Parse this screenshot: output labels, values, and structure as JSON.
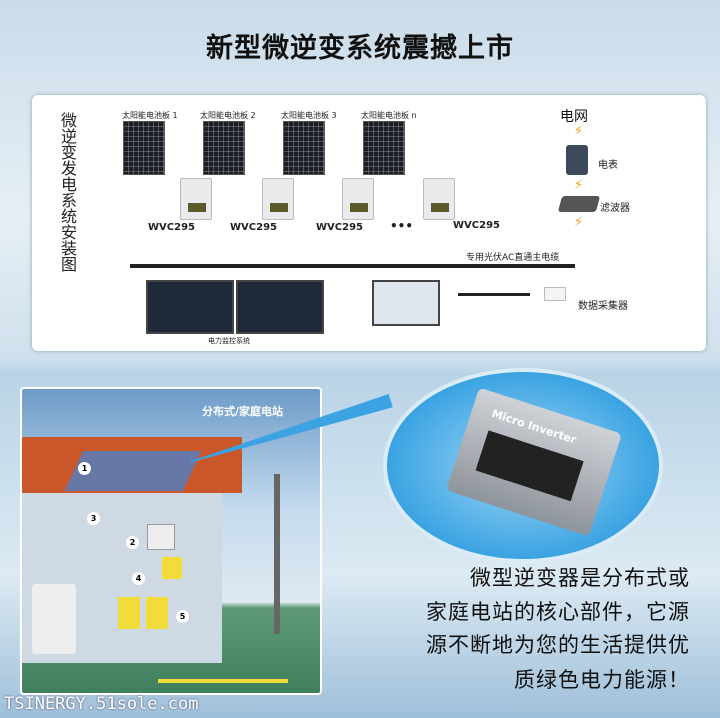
{
  "title": "新型微逆变系统震撼上市",
  "diagram": {
    "vertical_title": "微逆变发电系统安装图",
    "panels": [
      "太阳能电池板 1",
      "太阳能电池板 2",
      "太阳能电池板 3",
      "太阳能电池板 n"
    ],
    "inverter_model": "WVC295",
    "ellipsis": "•••",
    "grid": "电网",
    "meter": "电表",
    "filter": "滤波器",
    "ac_cable": "专用光伏AC直通主电缆",
    "data_collector": "数据采集器",
    "monitoring": "电力监控系统"
  },
  "house": {
    "title": "分布式/家庭电站",
    "numbers": [
      "1",
      "2",
      "3",
      "4",
      "5"
    ]
  },
  "bubble": {
    "device_label": "Micro Inverter"
  },
  "promo_lines": [
    "微型逆变器是分布式或",
    "家庭电站的核心部件，它源",
    "源不断地为您的生活提供优",
    "质绿色电力能源！"
  ],
  "watermark": "TSINERGY.51sole.com"
}
